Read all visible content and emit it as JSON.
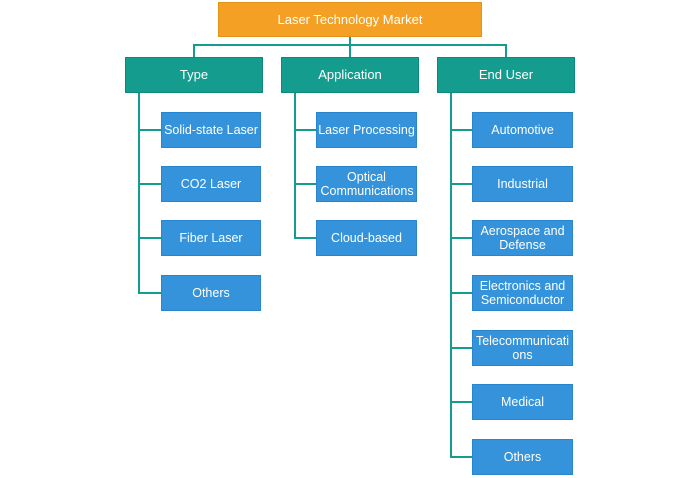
{
  "root": {
    "label": "Laser Technology Market"
  },
  "categories": [
    {
      "label": "Type",
      "items": [
        "Solid-state Laser",
        "CO2 Laser",
        "Fiber Laser",
        "Others"
      ]
    },
    {
      "label": "Application",
      "items": [
        "Laser Processing",
        "Optical Communications",
        "Cloud-based"
      ]
    },
    {
      "label": "End User",
      "items": [
        "Automotive",
        "Industrial",
        "Aerospace and Defense",
        "Electronics and Semiconductor",
        "Telecommunications",
        "Medical",
        "Others"
      ]
    }
  ],
  "colors": {
    "root": "#f4a025",
    "category": "#149d8e",
    "leaf": "#3493da",
    "connector": "#149d8e"
  }
}
